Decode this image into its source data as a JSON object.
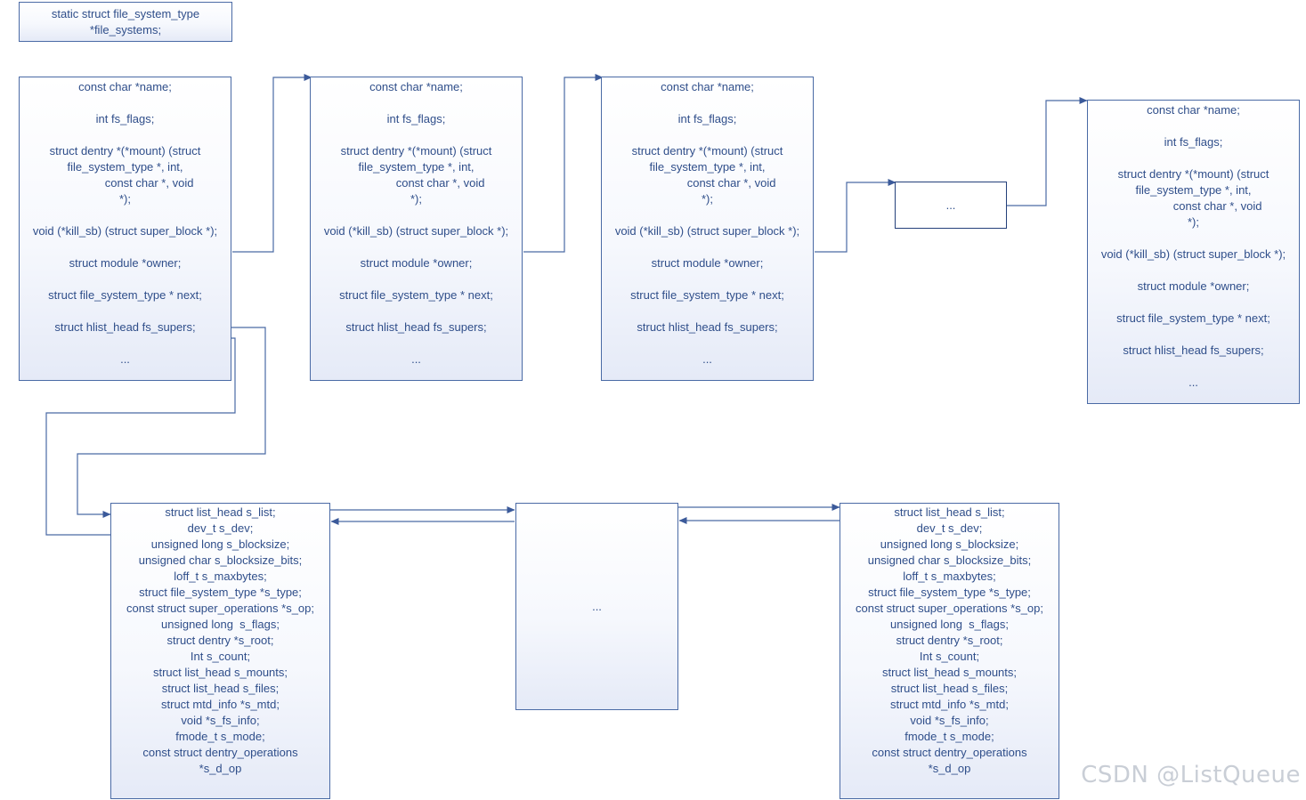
{
  "head": {
    "line1": "static struct file_system_type",
    "line2": "*file_systems;"
  },
  "fs_fields": [
    [
      "const char *name;"
    ],
    [
      "int fs_flags;"
    ],
    [
      "struct dentry *(*mount) (struct",
      "file_system_type *, int,",
      "               const char *, void",
      "*);"
    ],
    [
      "void (*kill_sb) (struct super_block *);"
    ],
    [
      "struct module *owner;"
    ],
    [
      "struct file_system_type * next;"
    ],
    [
      "struct hlist_head fs_supers;"
    ],
    [
      "..."
    ]
  ],
  "ellipsis": "...",
  "sb_fields": [
    "struct list_head s_list;",
    "dev_t s_dev;",
    "unsigned long s_blocksize;",
    "unsigned char s_blocksize_bits;",
    "loff_t s_maxbytes;",
    "struct file_system_type *s_type;",
    "const struct super_operations *s_op;",
    "unsigned long  s_flags;",
    "struct dentry *s_root;",
    "Int s_count;",
    "struct list_head s_mounts;",
    "struct list_head s_files;",
    "struct mtd_info *s_mtd;",
    "void *s_fs_info;",
    "fmode_t s_mode;",
    "const struct dentry_operations",
    "*s_d_op"
  ],
  "watermark": "CSDN @ListQueue",
  "colors": {
    "line": "#4a6aa5",
    "text": "#2f4e8a",
    "box_fill_bottom": "#e5eaf7"
  }
}
